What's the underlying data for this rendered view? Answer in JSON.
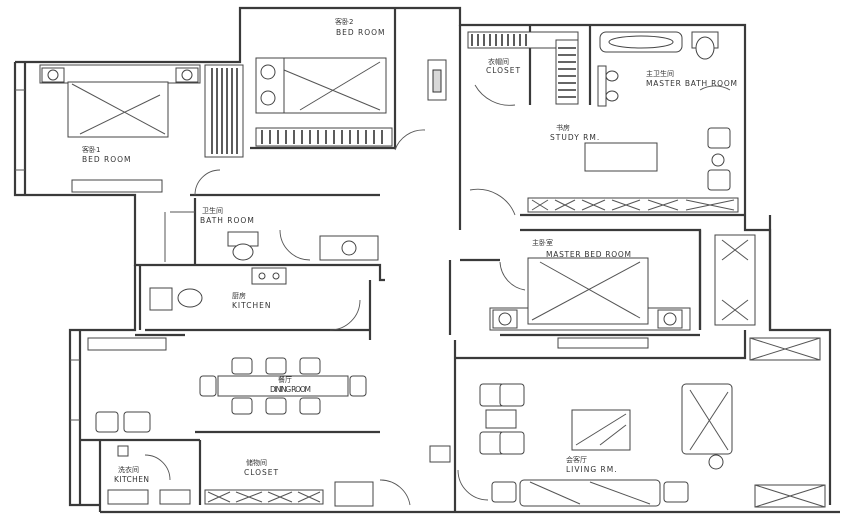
{
  "rooms": {
    "bedroom2": {
      "cn": "客卧2",
      "en": "BED ROOM"
    },
    "bedroom1": {
      "cn": "客卧1",
      "en": "BED ROOM"
    },
    "closet_top": {
      "cn": "衣帽间",
      "en": "CLOSET"
    },
    "master_bath": {
      "cn": "主卫生间",
      "en": "MASTER BATH ROOM"
    },
    "study": {
      "cn": "书房",
      "en": "STUDY RM."
    },
    "bath": {
      "cn": "卫生间",
      "en": "BATH ROOM"
    },
    "kitchen": {
      "cn": "厨房",
      "en": "KITCHEN"
    },
    "master_bed": {
      "cn": "主卧室",
      "en": "MASTER BED ROOM"
    },
    "dining": {
      "cn": "餐厅",
      "en": "DINING ROOM"
    },
    "living": {
      "cn": "会客厅",
      "en": "LIVING RM."
    },
    "closet_bottom": {
      "cn": "储物间",
      "en": "CLOSET"
    },
    "utility": {
      "cn": "洗衣间",
      "en": "KITCHEN"
    }
  }
}
